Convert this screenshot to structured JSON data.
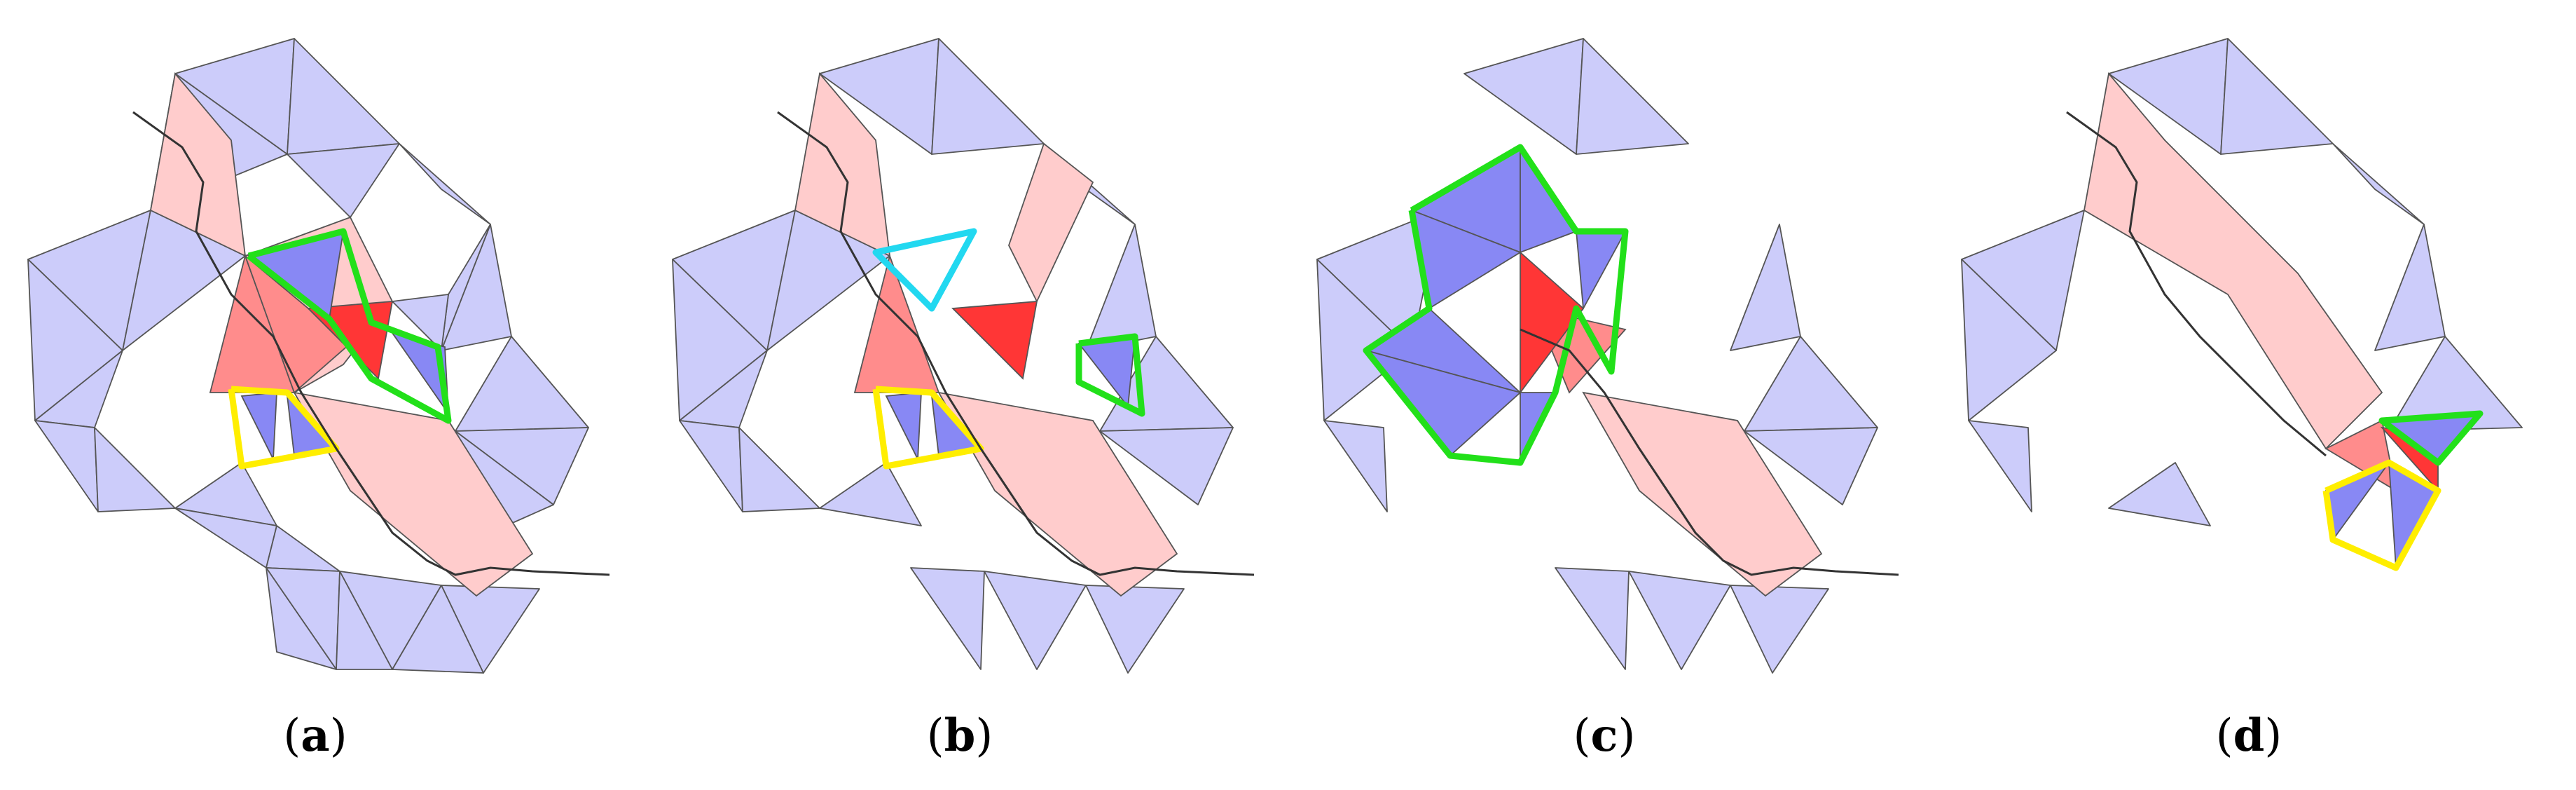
{
  "panels": [
    {
      "id": "a",
      "label": "a"
    },
    {
      "id": "b",
      "label": "b"
    },
    {
      "id": "c",
      "label": "c"
    },
    {
      "id": "d",
      "label": "d"
    }
  ],
  "colors": {
    "mesh_fill": "#ccccfa",
    "path_fill": "#ffcccc",
    "path_mid_fill": "#ff8c8c",
    "current_fill": "#ff3636",
    "neighbor_fill": "#8888f4",
    "green_outline": "#22e01a",
    "yellow_outline": "#ffee00",
    "cyan_outline": "#22d8f0"
  }
}
